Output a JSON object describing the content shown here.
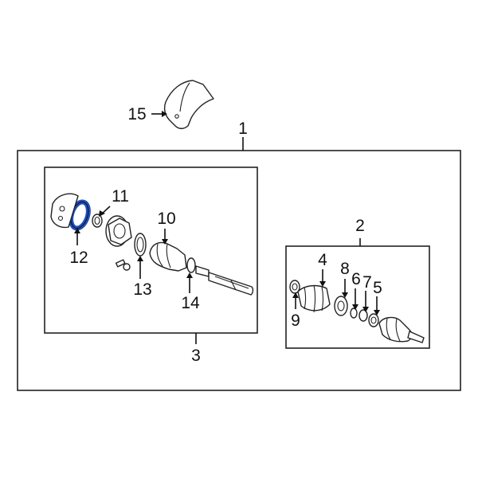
{
  "callouts": {
    "c1": "1",
    "c2": "2",
    "c3": "3",
    "c4": "4",
    "c5": "5",
    "c6": "6",
    "c7": "7",
    "c8": "8",
    "c9": "9",
    "c10": "10",
    "c11": "11",
    "c12": "12",
    "c13": "13",
    "c14": "14",
    "c15": "15"
  },
  "colors": {
    "highlight": "#1f4fbf",
    "line": "#222222",
    "background": "#ffffff"
  },
  "highlighted_part": "12"
}
